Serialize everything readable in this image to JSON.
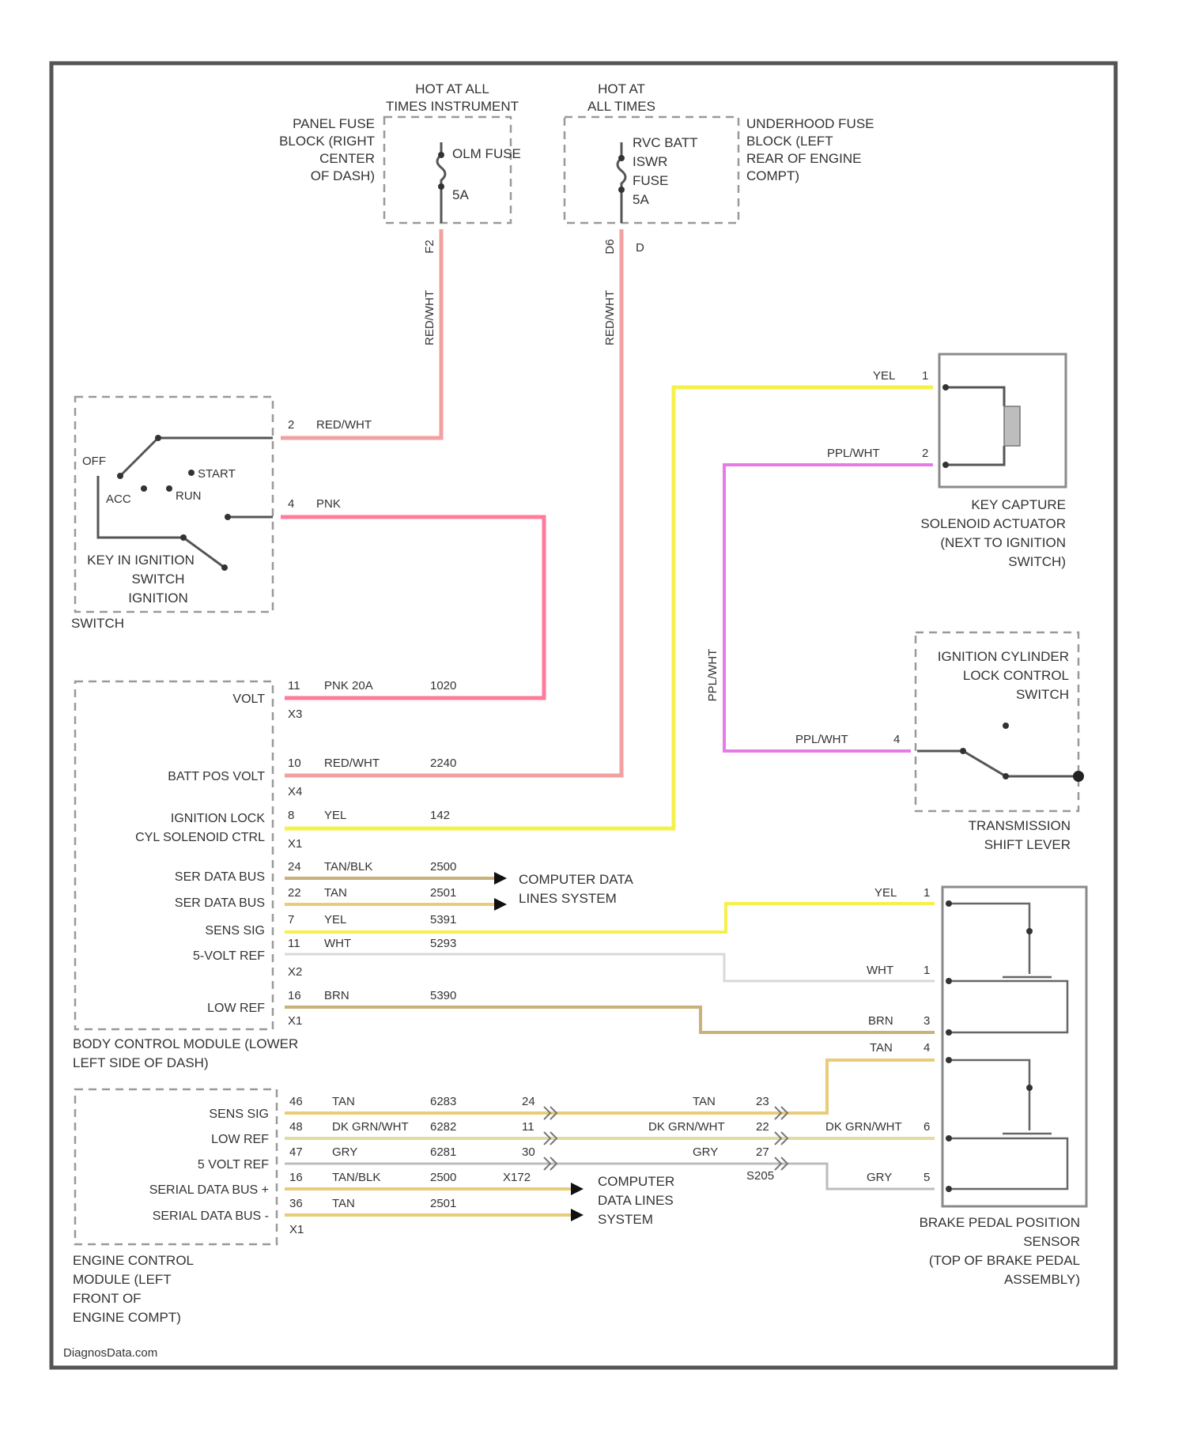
{
  "colors": {
    "frame": "#555555",
    "red_white": "#f2a0a0",
    "pink": "#ff7b9a",
    "yellow": "#f5f04a",
    "purple_white": "#e87ae8",
    "white": "#d8d8d8",
    "brown": "#c8b27a",
    "tan": "#e8cc78",
    "dark_green_white": "#e0dca0",
    "grey": "#bcbcbc"
  },
  "fuse_left": {
    "header": [
      "HOT AT ALL",
      "TIMES INSTRUMENT"
    ],
    "location": [
      "PANEL FUSE",
      "BLOCK (RIGHT",
      "CENTER",
      "OF DASH)"
    ],
    "fuse_name": "OLM FUSE",
    "rating": "5A",
    "pin": "F2"
  },
  "fuse_right": {
    "header": [
      "HOT AT",
      "ALL TIMES"
    ],
    "location": [
      "UNDERHOOD FUSE",
      "BLOCK (LEFT",
      "REAR OF ENGINE",
      "COMPT)"
    ],
    "fuse_lines": [
      "RVC BATT",
      "ISWR",
      "FUSE",
      "5A"
    ],
    "pin_left": "D6",
    "pin_right": "D"
  },
  "wire_labels": {
    "vertical_left": "RED/WHT",
    "vertical_right": "RED/WHT",
    "purple_vertical": "PPL/WHT"
  },
  "ignition_switch": {
    "positions": [
      "OFF",
      "ACC",
      "RUN",
      "START"
    ],
    "title": [
      "KEY IN IGNITION",
      "SWITCH",
      "IGNITION"
    ],
    "sub": "SWITCH",
    "pin_top": "2",
    "wire_top": "RED/WHT",
    "pin_bottom": "4",
    "wire_bottom": "PNK"
  },
  "key_capture": {
    "pin1": "1",
    "wire1": "YEL",
    "pin2": "2",
    "wire2": "PPL/WHT",
    "title": [
      "KEY CAPTURE",
      "SOLENOID ACTUATOR",
      "(NEXT TO IGNITION",
      "SWITCH)"
    ]
  },
  "lock_switch": {
    "title": [
      "IGNITION CYLINDER",
      "LOCK CONTROL",
      "SWITCH"
    ],
    "pin": "4",
    "wire": "PPL/WHT",
    "lever": [
      "TRANSMISSION",
      "SHIFT LEVER"
    ]
  },
  "bcm": {
    "title": [
      "BODY CONTROL MODULE (LOWER",
      "LEFT SIDE OF DASH)"
    ],
    "rows": [
      {
        "name": "VOLT",
        "pin": "11",
        "wire": "PNK 20A",
        "circuit": "1020",
        "conn": "X3"
      },
      {
        "name": "BATT POS VOLT",
        "pin": "10",
        "wire": "RED/WHT",
        "circuit": "2240",
        "conn": "X4"
      },
      {
        "name": "IGNITION LOCK",
        "name2": "CYL SOLENOID CTRL",
        "pin": "8",
        "wire": "YEL",
        "circuit": "142",
        "conn": "X1"
      },
      {
        "name": "SER DATA BUS",
        "pin": "24",
        "wire": "TAN/BLK",
        "circuit": "2500",
        "conn": ""
      },
      {
        "name": "SER DATA BUS",
        "pin": "22",
        "wire": "TAN",
        "circuit": "2501",
        "conn": ""
      },
      {
        "name": "SENS SIG",
        "pin": "7",
        "wire": "YEL",
        "circuit": "5391",
        "conn": ""
      },
      {
        "name": "5-VOLT REF",
        "pin": "11",
        "wire": "WHT",
        "circuit": "5293",
        "conn": "X2"
      },
      {
        "name": "LOW REF",
        "pin": "16",
        "wire": "BRN",
        "circuit": "5390",
        "conn": "X1"
      }
    ],
    "data_lines": [
      "COMPUTER DATA",
      "LINES SYSTEM"
    ]
  },
  "ecm": {
    "title": [
      "ENGINE CONTROL",
      "MODULE (LEFT",
      "FRONT OF",
      "ENGINE COMPT)"
    ],
    "rows": [
      {
        "name": "SENS SIG",
        "pin": "46",
        "wire": "TAN",
        "circuit": "6283",
        "inline1": "24",
        "wire2": "TAN",
        "inline2": "23"
      },
      {
        "name": "LOW REF",
        "pin": "48",
        "wire": "DK GRN/WHT",
        "circuit": "6282",
        "inline1": "11",
        "wire2": "DK GRN/WHT",
        "inline2": "22"
      },
      {
        "name": "5 VOLT REF",
        "pin": "47",
        "wire": "GRY",
        "circuit": "6281",
        "inline1": "30",
        "wire2": "GRY",
        "inline2": "27"
      },
      {
        "name": "SERIAL DATA BUS +",
        "pin": "16",
        "wire": "TAN/BLK",
        "circuit": "2500",
        "inline1": "X172",
        "wire2": "",
        "inline2": ""
      },
      {
        "name": "SERIAL DATA BUS -",
        "pin": "36",
        "wire": "TAN",
        "circuit": "2501",
        "inline1": "",
        "wire2": "",
        "inline2": ""
      }
    ],
    "conn": "X1",
    "splice": "S205",
    "data_lines": [
      "COMPUTER",
      "DATA LINES",
      "SYSTEM"
    ]
  },
  "brake_sensor": {
    "title": [
      "BRAKE PEDAL POSITION",
      "SENSOR",
      "(TOP OF BRAKE PEDAL",
      "ASSEMBLY)"
    ],
    "pins": [
      {
        "pin": "1",
        "wire": "YEL"
      },
      {
        "pin": "1",
        "wire": "WHT"
      },
      {
        "pin": "3",
        "wire": "BRN"
      },
      {
        "pin": "4",
        "wire": "TAN"
      },
      {
        "pin": "6",
        "wire": "DK GRN/WHT"
      },
      {
        "pin": "5",
        "wire": "GRY"
      }
    ]
  },
  "footer": "DiagnosData.com"
}
